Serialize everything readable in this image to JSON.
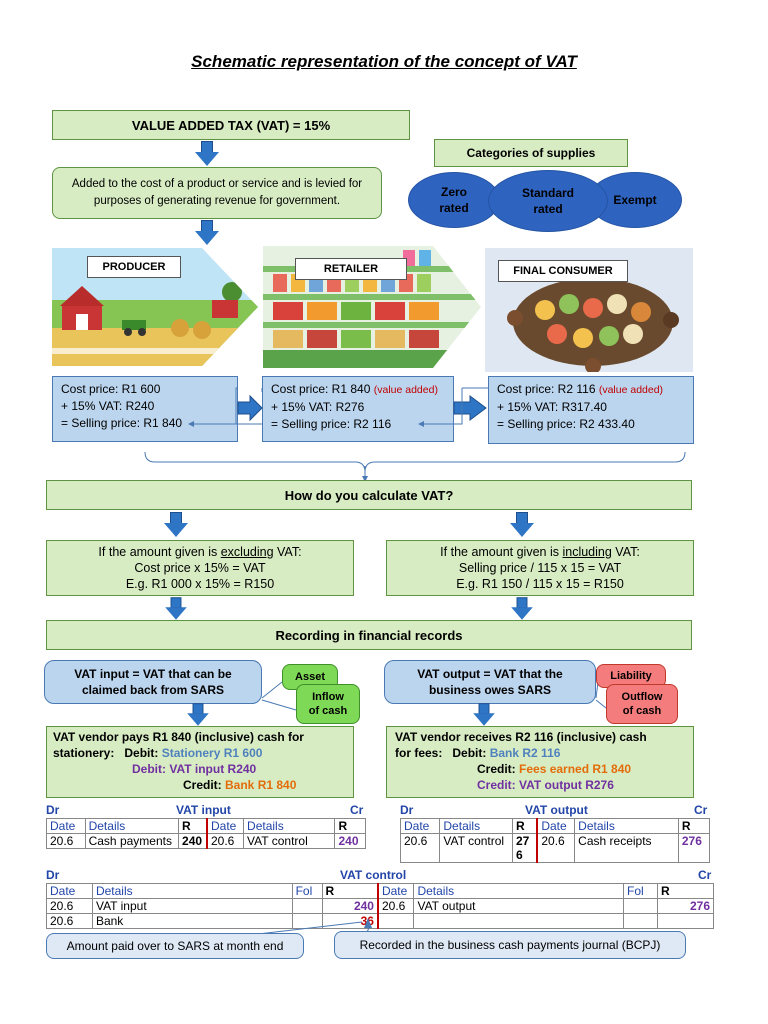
{
  "title": "Schematic representation of the concept of VAT",
  "vat_rate_box": "VALUE ADDED TAX (VAT) = 15%",
  "vat_description": "Added to the cost of a product or service and is levied for purposes of generating revenue for government.",
  "categories": {
    "title": "Categories of supplies",
    "items": [
      "Zero rated",
      "Standard rated",
      "Exempt"
    ]
  },
  "supply_chain": [
    {
      "label": "PRODUCER",
      "lines": [
        "Cost price: R1 600",
        "+ 15% VAT: R240",
        "= Selling price: R1 840"
      ],
      "value_added": ""
    },
    {
      "label": "RETAILER",
      "lines": [
        "Cost price: R1 840",
        "+ 15% VAT: R276",
        "= Selling price: R2 116"
      ],
      "value_added": "(value added)"
    },
    {
      "label": "FINAL CONSUMER",
      "lines": [
        "Cost price: R2 116",
        "+ 15% VAT: R317.40",
        "= Selling price: R2 433.40"
      ],
      "value_added": "(value added)"
    }
  ],
  "calculate_heading": "How do you calculate VAT?",
  "excluding": {
    "line1_pre": "If the amount given is ",
    "line1_u": "excluding",
    "line1_post": " VAT:",
    "line2": "Cost price x 15% = VAT",
    "line3": "E.g. R1 000 x 15% = R150"
  },
  "including": {
    "line1_pre": "If the amount given is ",
    "line1_u": "including",
    "line1_post": " VAT:",
    "line2": "Selling price / 115 x 15 = VAT",
    "line3": "E.g. R1 150 / 115 x 15 = R150"
  },
  "recording_heading": "Recording in financial records",
  "vat_input_callout": "VAT input = VAT that can be claimed back from SARS",
  "vat_output_callout": "VAT output = VAT that the business owes SARS",
  "tags": {
    "asset": "Asset",
    "inflow": "Inflow of cash",
    "liability": "Liability",
    "outflow": "Outflow of cash"
  },
  "left_entry": {
    "line1": "VAT vendor pays R1 840 (inclusive) cash for",
    "line2_label": "stationery:",
    "debit_label": "Debit:",
    "debit1": "Stationery R1 600",
    "debit2": "Debit: VAT input R240",
    "credit_label": "Credit:",
    "credit": "Bank R1 840"
  },
  "right_entry": {
    "line1": "VAT vendor receives R2 116 (inclusive) cash",
    "line2_label": "for fees:",
    "debit_label": "Debit:",
    "debit1": "Bank R2 116",
    "credit_label": "Credit:",
    "credit1": "Fees earned R1 840",
    "credit2": "Credit: VAT output R276"
  },
  "vat_input_ledger": {
    "dr": "Dr",
    "cr": "Cr",
    "title": "VAT input",
    "headers": [
      "Date",
      "Details",
      "R",
      "Date",
      "Details",
      "R"
    ],
    "row": [
      "20.6",
      "Cash payments",
      "240",
      "20.6",
      "VAT control",
      "240"
    ]
  },
  "vat_output_ledger": {
    "dr": "Dr",
    "cr": "Cr",
    "title": "VAT output",
    "headers": [
      "Date",
      "Details",
      "R",
      "Date",
      "Details",
      "R"
    ],
    "row": [
      "20.6",
      "VAT control",
      "27 6",
      "20.6",
      "Cash receipts",
      "276"
    ]
  },
  "vat_control_ledger": {
    "dr": "Dr",
    "cr": "Cr",
    "title": "VAT control",
    "headers": [
      "Date",
      "Details",
      "Fol",
      "R",
      "Date",
      "Details",
      "Fol",
      "R"
    ],
    "rows": [
      [
        "20.6",
        "VAT input",
        "",
        "240",
        "20.6",
        "VAT output",
        "",
        "276"
      ],
      [
        "20.6",
        "Bank",
        "",
        "36",
        "",
        "",
        "",
        ""
      ]
    ]
  },
  "notes": {
    "left": "Amount paid over to SARS at month end",
    "right": "Recorded in the business cash payments journal (BCPJ)"
  },
  "colors": {
    "green_fill": "#d8ecc4",
    "blue_fill": "#bcd5ee",
    "arrow_blue": "#2e75c5",
    "ellipse_blue": "#2f63c0",
    "ledger_blue": "#2245a8"
  }
}
